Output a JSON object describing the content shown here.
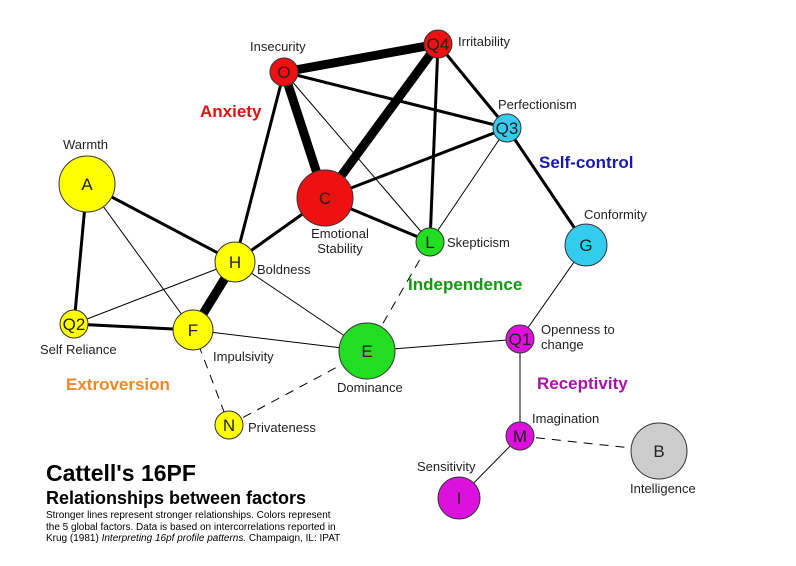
{
  "nodes": {
    "O": {
      "code": "O",
      "name": [
        "Insecurity"
      ],
      "color": "#ee1111"
    },
    "Q4": {
      "code": "Q4",
      "name": [
        "Irritability"
      ],
      "color": "#ee1111"
    },
    "C": {
      "code": "C",
      "name": [
        "Emotional",
        "Stability"
      ],
      "color": "#ee1111"
    },
    "Q3": {
      "code": "Q3",
      "name": [
        "Perfectionism"
      ],
      "color": "#33ccee"
    },
    "G": {
      "code": "G",
      "name": [
        "Conformity"
      ],
      "color": "#33ccee"
    },
    "A": {
      "code": "A",
      "name": [
        "Warmth"
      ],
      "color": "#ffff00"
    },
    "H": {
      "code": "H",
      "name": [
        "Boldness"
      ],
      "color": "#ffff00"
    },
    "Q2": {
      "code": "Q2",
      "name": [
        "Self Reliance"
      ],
      "color": "#ffff00"
    },
    "F": {
      "code": "F",
      "name": [
        "Impulsivity"
      ],
      "color": "#ffff00"
    },
    "N": {
      "code": "N",
      "name": [
        "Privateness"
      ],
      "color": "#ffff00"
    },
    "L": {
      "code": "L",
      "name": [
        "Skepticism"
      ],
      "color": "#22dd22"
    },
    "E": {
      "code": "E",
      "name": [
        "Dominance"
      ],
      "color": "#22dd22"
    },
    "Q1": {
      "code": "Q1",
      "name": [
        "Openness to",
        "change"
      ],
      "color": "#dd11dd"
    },
    "M": {
      "code": "M",
      "name": [
        "Imagination"
      ],
      "color": "#dd11dd"
    },
    "I": {
      "code": "I",
      "name": [
        "Sensitivity"
      ],
      "color": "#dd11dd"
    },
    "B": {
      "code": "B",
      "name": [
        "Intelligence"
      ],
      "color": "#cccccc"
    }
  },
  "edges": [
    {
      "from": "O",
      "to": "Q4",
      "strength": "very strong"
    },
    {
      "from": "O",
      "to": "C",
      "strength": "very strong"
    },
    {
      "from": "Q4",
      "to": "C",
      "strength": "very strong"
    },
    {
      "from": "H",
      "to": "F",
      "strength": "very strong"
    },
    {
      "from": "A",
      "to": "H",
      "strength": "moderate"
    },
    {
      "from": "A",
      "to": "Q2",
      "strength": "moderate"
    },
    {
      "from": "Q2",
      "to": "F",
      "strength": "moderate"
    },
    {
      "from": "O",
      "to": "H",
      "strength": "moderate"
    },
    {
      "from": "H",
      "to": "C",
      "strength": "moderate"
    },
    {
      "from": "C",
      "to": "L",
      "strength": "moderate"
    },
    {
      "from": "O",
      "to": "Q3",
      "strength": "moderate"
    },
    {
      "from": "Q4",
      "to": "Q3",
      "strength": "moderate"
    },
    {
      "from": "Q4",
      "to": "L",
      "strength": "moderate"
    },
    {
      "from": "Q3",
      "to": "C",
      "strength": "moderate"
    },
    {
      "from": "Q3",
      "to": "G",
      "strength": "moderate"
    },
    {
      "from": "O",
      "to": "L",
      "strength": "weak"
    },
    {
      "from": "Q3",
      "to": "L",
      "strength": "weak"
    },
    {
      "from": "A",
      "to": "F",
      "strength": "weak"
    },
    {
      "from": "Q2",
      "to": "H",
      "strength": "weak"
    },
    {
      "from": "H",
      "to": "E",
      "strength": "weak"
    },
    {
      "from": "F",
      "to": "E",
      "strength": "weak"
    },
    {
      "from": "E",
      "to": "Q1",
      "strength": "weak"
    },
    {
      "from": "Q1",
      "to": "G",
      "strength": "weak"
    },
    {
      "from": "Q1",
      "to": "M",
      "strength": "weak"
    },
    {
      "from": "M",
      "to": "I",
      "strength": "weak"
    },
    {
      "from": "F",
      "to": "N",
      "strength": "dashed"
    },
    {
      "from": "N",
      "to": "E",
      "strength": "dashed"
    },
    {
      "from": "E",
      "to": "L",
      "strength": "dashed"
    },
    {
      "from": "M",
      "to": "B",
      "strength": "dashed"
    }
  ],
  "groups": {
    "anxiety": {
      "label": "Anxiety",
      "color": "#dd1111"
    },
    "self_control": {
      "label": "Self-control",
      "color": "#1a1aaa"
    },
    "independence": {
      "label": "Independence",
      "color": "#119911"
    },
    "extroversion": {
      "label": "Extroversion",
      "color": "#ee8822"
    },
    "receptivity": {
      "label": "Receptivity",
      "color": "#aa11aa"
    }
  },
  "caption": {
    "title": "Cattell's 16PF",
    "subtitle": "Relationships between factors",
    "note_line1": "Stronger lines represent stronger relationships. Colors represent",
    "note_line2": "the 5 global factors.  Data is based on intercorrelations reported in",
    "note_line3_pre": "Krug (1981) ",
    "note_line3_italic": "Interpreting 16pf profile patterns.",
    "note_line3_post": " Champaign, IL: IPAT"
  }
}
